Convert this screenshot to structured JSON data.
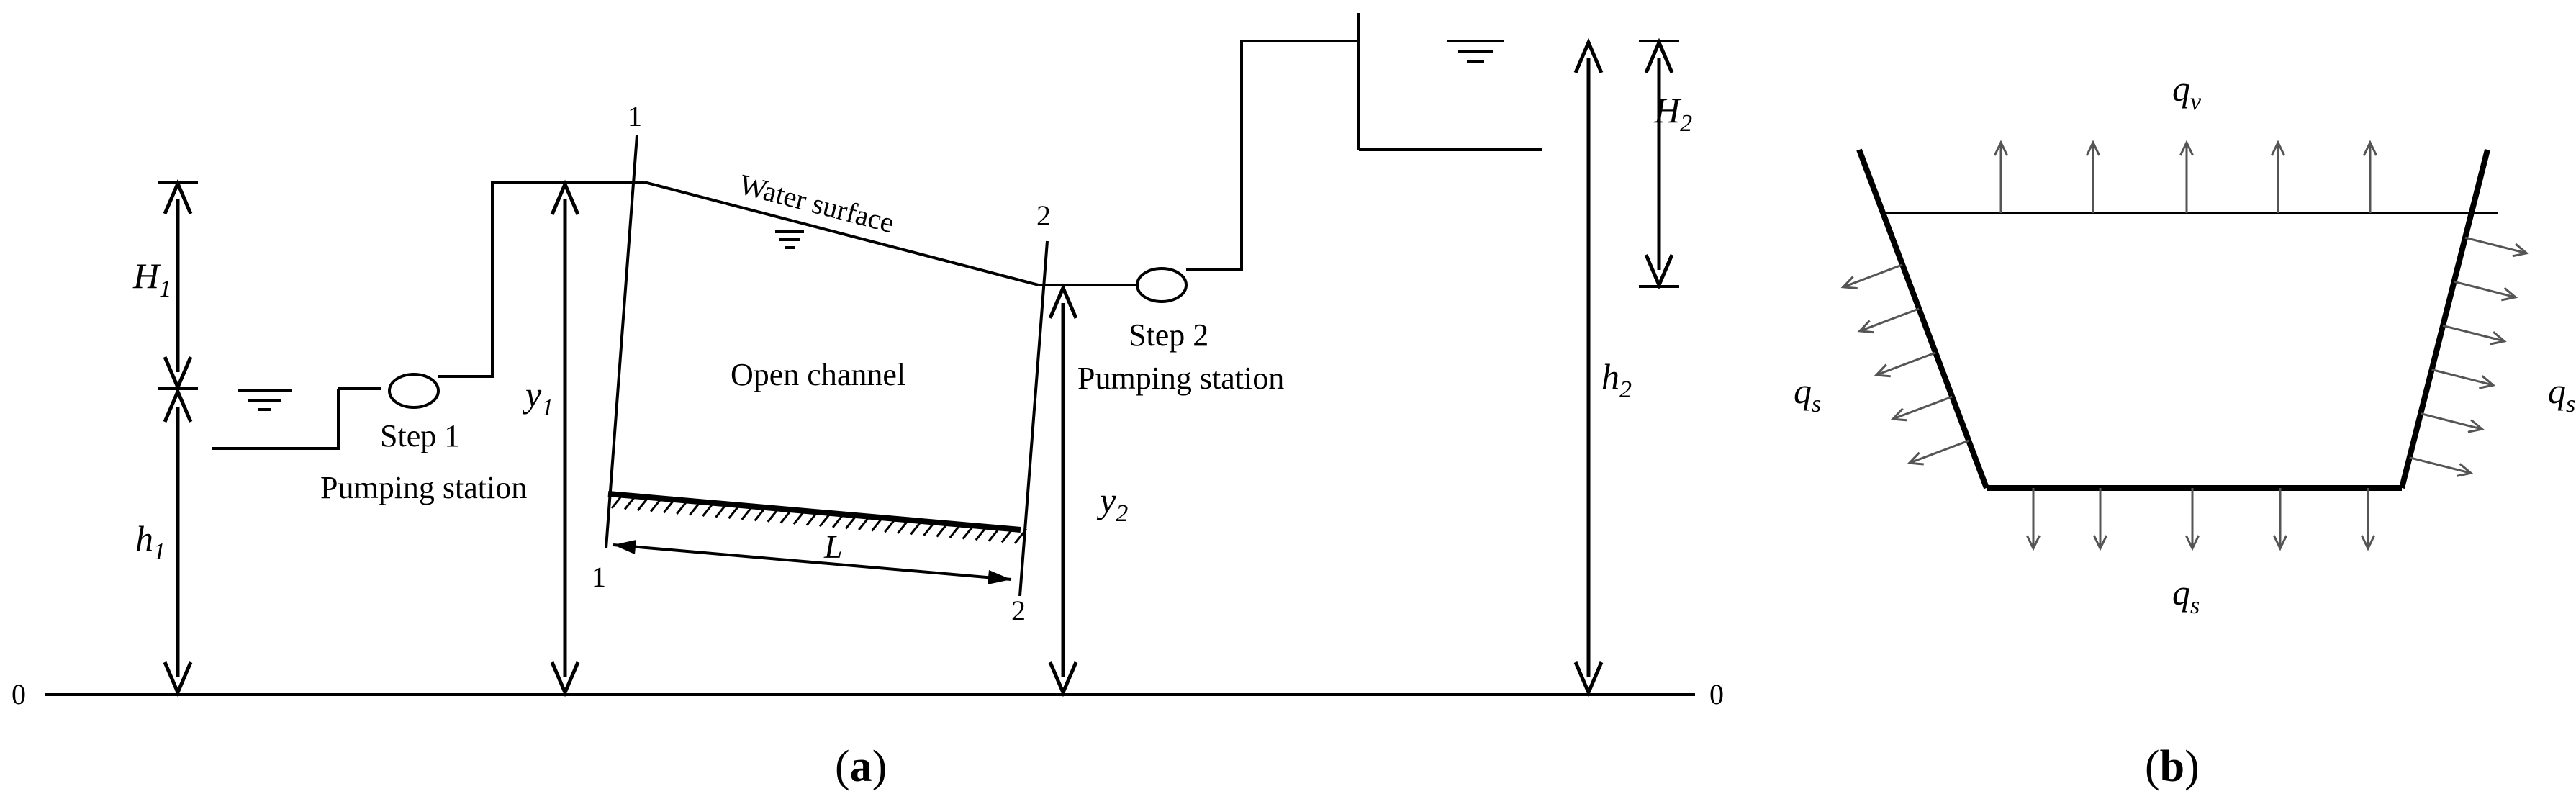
{
  "panel_a": {
    "caption_open": "(",
    "caption_letter": "a",
    "caption_close": ")",
    "datum_left": "0",
    "datum_right": "0",
    "H1": "H",
    "H1_sub": "1",
    "h1": "h",
    "h1_sub": "1",
    "y1": "y",
    "y1_sub": "1",
    "y2": "y",
    "y2_sub": "2",
    "H2": "H",
    "H2_sub": "2",
    "h2": "h",
    "h2_sub": "2",
    "section1_top": "1",
    "section1_bottom": "1",
    "section2_top": "2",
    "section2_bottom": "2",
    "L": "L",
    "water_surface": "Water surface",
    "open_channel": "Open channel",
    "step1_line1": "Step 1",
    "step1_line2": "Pumping station",
    "step2_line1": "Step 2",
    "step2_line2": "Pumping station"
  },
  "panel_b": {
    "caption_open": "(",
    "caption_letter": "b",
    "caption_close": ")",
    "qv": "q",
    "qv_sub": "v",
    "qs_left": "q",
    "qs_left_sub": "s",
    "qs_right": "q",
    "qs_right_sub": "s",
    "qs_bottom": "q",
    "qs_bottom_sub": "s"
  }
}
